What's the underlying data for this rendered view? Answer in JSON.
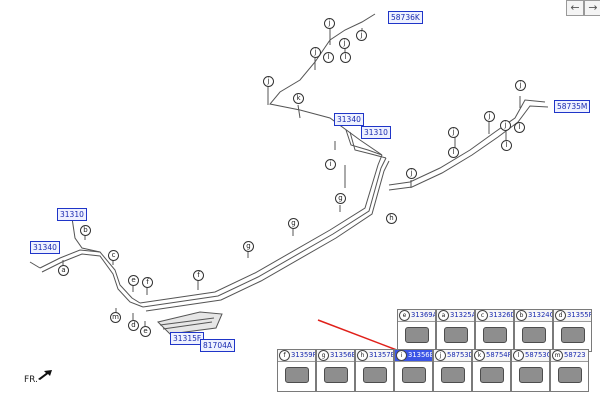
{
  "nav": {
    "back_label": "←",
    "forward_label": "→"
  },
  "part_labels": {
    "p58736K": "58736K",
    "p58735M": "58735M",
    "p31340_top": "31340",
    "p31310_top": "31310",
    "p31310_left": "31310",
    "p31340_left": "31340",
    "p31315F": "31315F",
    "p81704A": "81704A"
  },
  "callouts": {
    "j": "j",
    "k": "k",
    "l": "l",
    "i": "i",
    "g": "g",
    "h": "h",
    "a": "a",
    "b": "b",
    "c": "c",
    "e": "e",
    "d": "d",
    "f": "f",
    "m": "m"
  },
  "fr_label": "FR.",
  "legend": [
    {
      "letter": "e",
      "part": "31369A"
    },
    {
      "letter": "a",
      "part": "31325A"
    },
    {
      "letter": "c",
      "part": "31326D"
    },
    {
      "letter": "b",
      "part": "31324C"
    },
    {
      "letter": "d",
      "part": "31355F"
    },
    {
      "letter": "f",
      "part": "31359F"
    },
    {
      "letter": "g",
      "part": "31356E"
    },
    {
      "letter": "h",
      "part": "31357B"
    },
    {
      "letter": "i",
      "part": "31356B"
    },
    {
      "letter": "j",
      "part": "58753D"
    },
    {
      "letter": "k",
      "part": "58754F"
    },
    {
      "letter": "l",
      "part": "58753G"
    },
    {
      "letter": "m",
      "part": "58723"
    }
  ],
  "colors": {
    "pointer_arrow": "#e0201a",
    "label_border": "#1f35c8",
    "highlight": "#3b55e6"
  }
}
